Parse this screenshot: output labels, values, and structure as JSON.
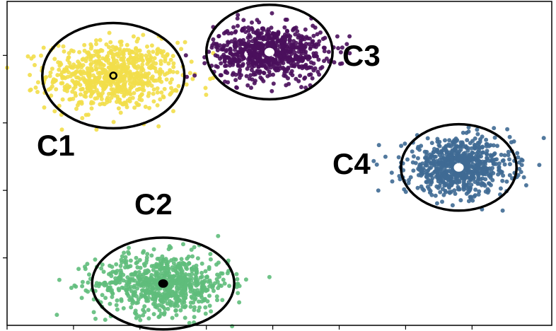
{
  "chart_data": {
    "type": "scatter",
    "title": "",
    "xlabel": "",
    "ylabel": "",
    "xlim": [
      0,
      8.2
    ],
    "ylim": [
      0,
      4.8
    ],
    "grid": false,
    "x_ticks": [
      0,
      1,
      2,
      3,
      4,
      5,
      6,
      7
    ],
    "y_ticks": [
      1,
      2,
      3,
      4
    ],
    "x_tick_labels_shown": false,
    "y_tick_labels_shown": false,
    "clusters": [
      {
        "label": "C1",
        "color": "#f2de4a",
        "center": [
          1.6,
          3.7
        ],
        "spread": [
          0.5,
          0.25
        ],
        "n_points": 750,
        "ellipse_radii": [
          1.07,
          0.78
        ],
        "centroid_color": "#000000",
        "centroid_style": "ring"
      },
      {
        "label": "C2",
        "color": "#5fbd7b",
        "center": [
          2.35,
          0.62
        ],
        "spread": [
          0.5,
          0.22
        ],
        "n_points": 750,
        "ellipse_radii": [
          1.07,
          0.68
        ],
        "centroid_color": "#000000",
        "centroid_style": "filled"
      },
      {
        "label": "C3",
        "color": "#4a0f5c",
        "center": [
          3.95,
          4.05
        ],
        "spread": [
          0.42,
          0.2
        ],
        "n_points": 750,
        "ellipse_radii": [
          0.95,
          0.7
        ],
        "centroid_color": "#ffffff",
        "centroid_style": "filled"
      },
      {
        "label": "C4",
        "color": "#3f6a94",
        "center": [
          6.8,
          2.34
        ],
        "spread": [
          0.4,
          0.2
        ],
        "n_points": 750,
        "ellipse_radii": [
          0.87,
          0.64
        ],
        "centroid_color": "#ffffff",
        "centroid_style": "filled"
      }
    ]
  }
}
